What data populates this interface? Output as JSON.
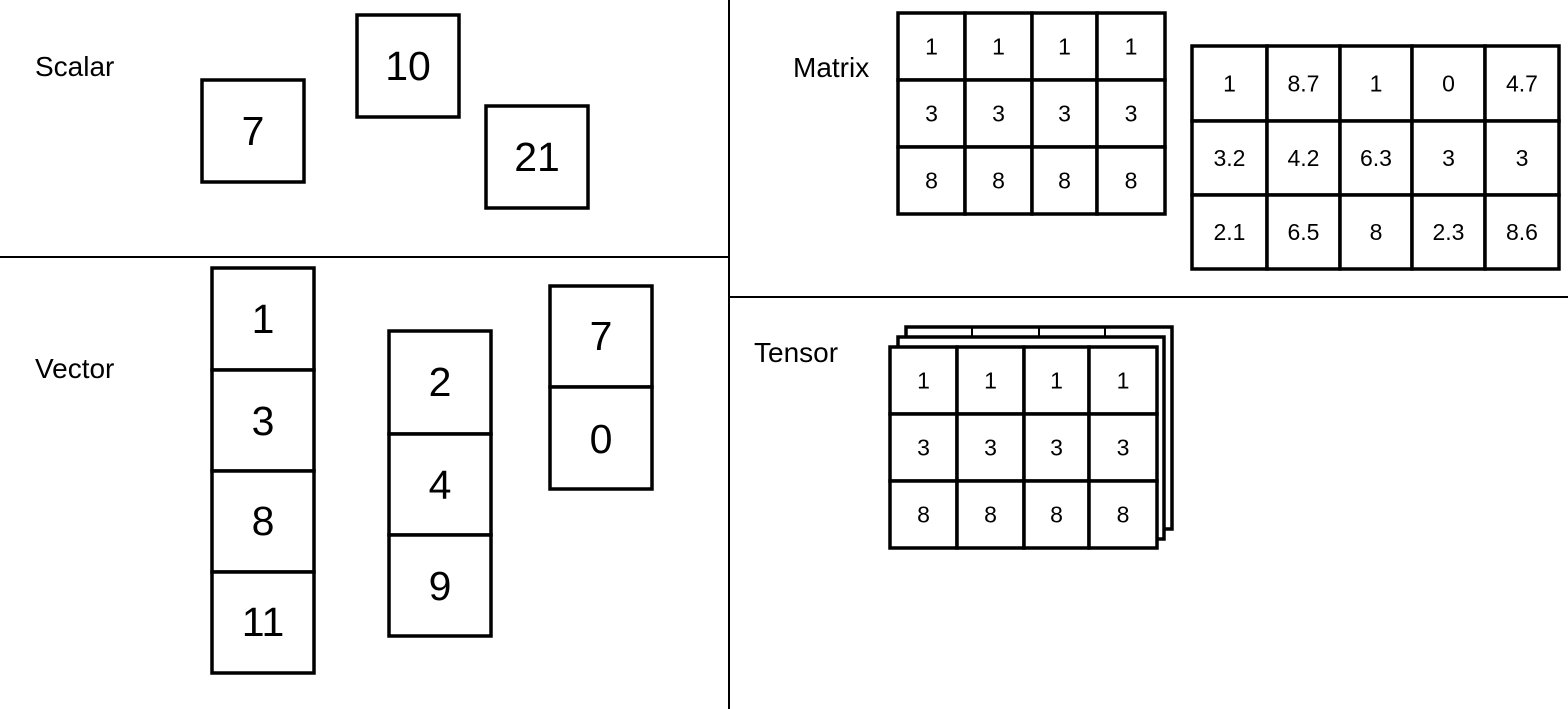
{
  "labels": {
    "scalar": "Scalar",
    "vector": "Vector",
    "matrix": "Matrix",
    "tensor": "Tensor"
  },
  "scalars": [
    "7",
    "10",
    "21"
  ],
  "vectors": [
    [
      "1",
      "3",
      "8",
      "11"
    ],
    [
      "2",
      "4",
      "9"
    ],
    [
      "7",
      "0"
    ]
  ],
  "matrices": [
    [
      [
        "1",
        "1",
        "1",
        "1"
      ],
      [
        "3",
        "3",
        "3",
        "3"
      ],
      [
        "8",
        "8",
        "8",
        "8"
      ]
    ],
    [
      [
        "1",
        "8.7",
        "1",
        "0",
        "4.7"
      ],
      [
        "3.2",
        "4.2",
        "6.3",
        "3",
        "3"
      ],
      [
        "2.1",
        "6.5",
        "8",
        "2.3",
        "8.6"
      ]
    ]
  ],
  "tensor": {
    "front": [
      [
        "1",
        "1",
        "1",
        "1"
      ],
      [
        "3",
        "3",
        "3",
        "3"
      ],
      [
        "8",
        "8",
        "8",
        "8"
      ]
    ]
  }
}
